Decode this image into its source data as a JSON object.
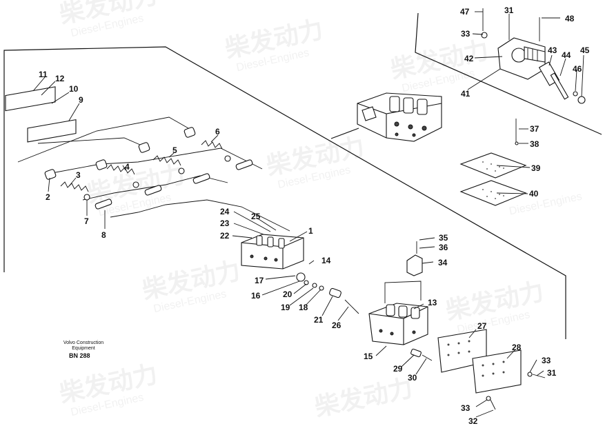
{
  "watermark": {
    "brand_cn": "柴发动力",
    "brand_en": "Diesel-Engines"
  },
  "caption": {
    "maker_line1": "Volvo Construction",
    "maker_line2": "Equipment",
    "drawing_code": "BN 288"
  },
  "callouts": [
    "1",
    "2",
    "3",
    "4",
    "5",
    "6",
    "7",
    "8",
    "9",
    "10",
    "11",
    "12",
    "13",
    "14",
    "15",
    "16",
    "17",
    "18",
    "19",
    "20",
    "21",
    "22",
    "23",
    "24",
    "25",
    "26",
    "27",
    "28",
    "29",
    "30",
    "31",
    "32",
    "33",
    "34",
    "35",
    "36",
    "37",
    "38",
    "39",
    "40",
    "41",
    "42",
    "43",
    "44",
    "45",
    "46",
    "47",
    "48"
  ]
}
